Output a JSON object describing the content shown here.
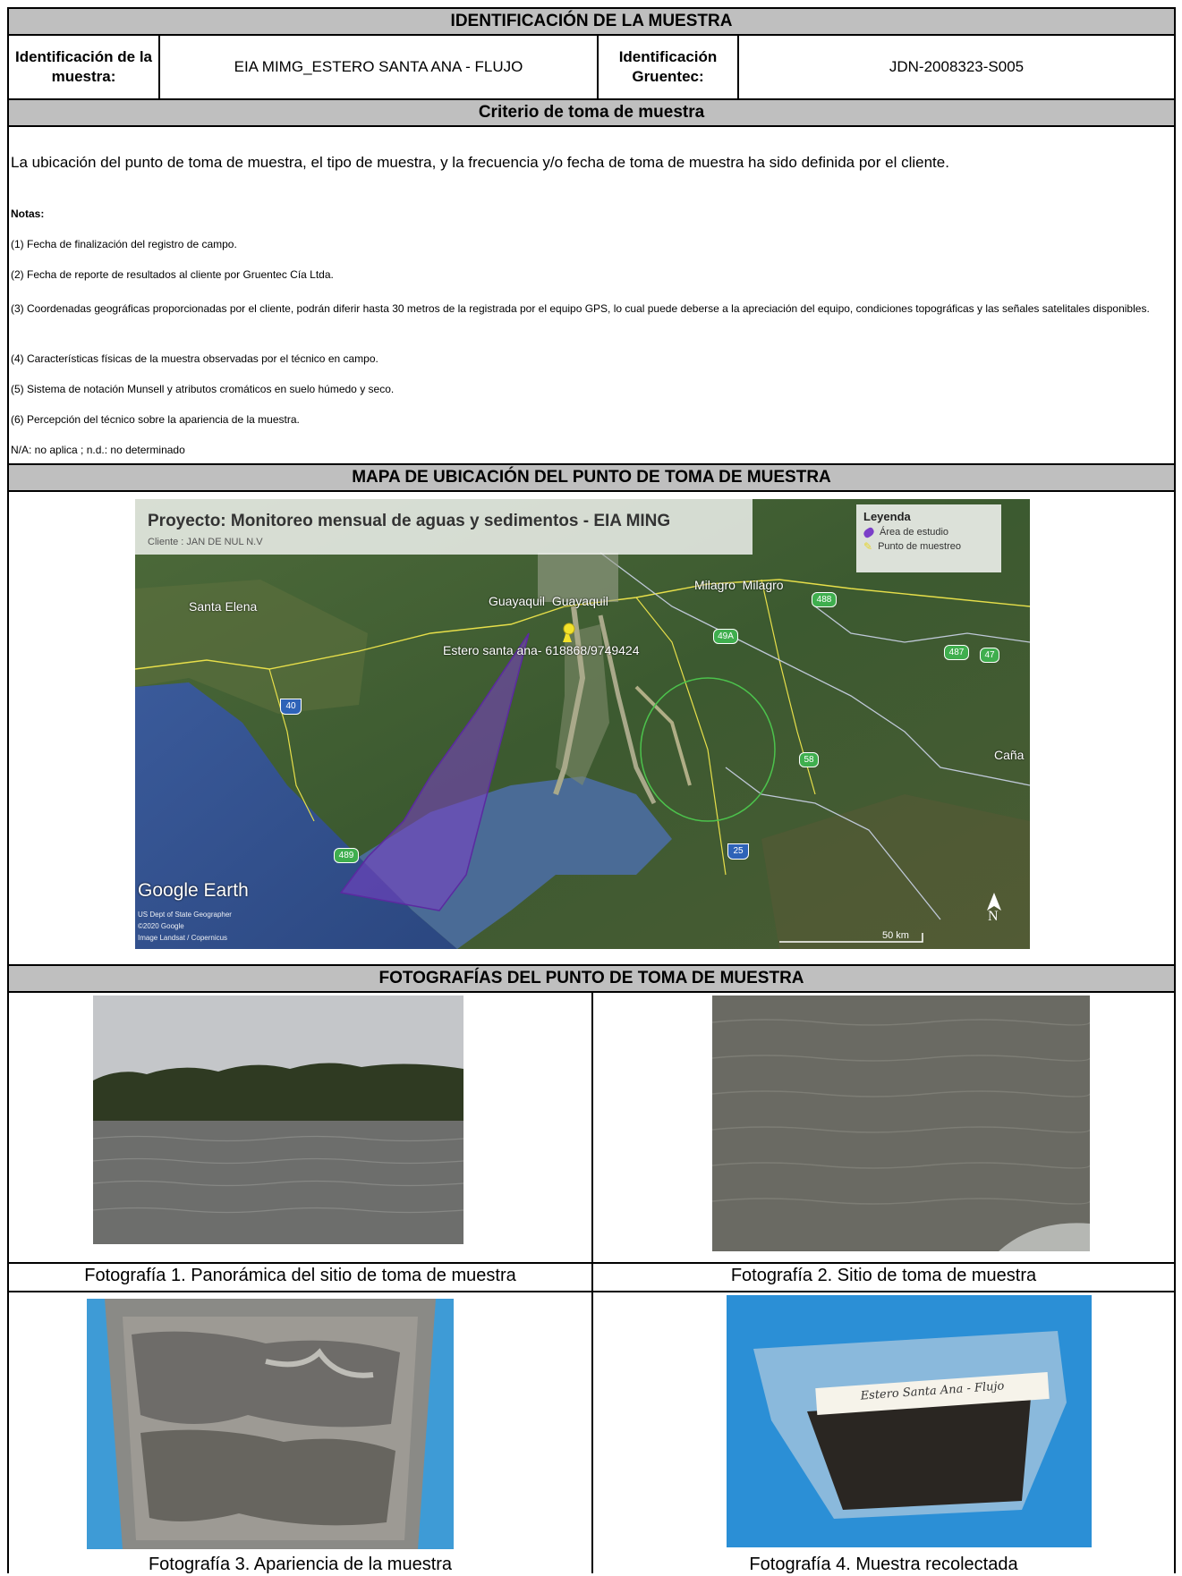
{
  "header": {
    "title": "IDENTIFICACIÓN DE LA MUESTRA"
  },
  "ident": {
    "label1": "Identificación de la muestra:",
    "value1": "EIA MIMG_ESTERO SANTA ANA - FLUJO",
    "label2": "Identificación Gruentec:",
    "value2": "JDN-2008323-S005"
  },
  "criterio": {
    "title": "Criterio de toma de muestra",
    "text": "La ubicación del punto de toma de muestra, el tipo de muestra, y la frecuencia y/o fecha de toma de muestra ha sido definida por el cliente."
  },
  "notas": {
    "title": "Notas:",
    "items": [
      "(1) Fecha de finalización del registro de campo.",
      "(2) Fecha de reporte de resultados al cliente por Gruentec Cía Ltda.",
      "(3) Coordenadas geográficas proporcionadas por el cliente, podrán diferir hasta 30 metros de la registrada por el equipo GPS, lo cual puede deberse a la apreciación del equipo, condiciones topográficas y las señales satelitales disponibles.",
      "(4) Características físicas de la muestra observadas por el técnico en campo.",
      "(5) Sistema de notación Munsell y atributos cromáticos en suelo húmedo y seco.",
      "(6) Percepción del técnico sobre la apariencia de la muestra.",
      "N/A: no aplica ; n.d.: no determinado"
    ]
  },
  "mapa": {
    "title": "MAPA DE UBICACIÓN DEL PUNTO DE TOMA DE MUESTRA",
    "project_title": "Proyecto: Monitoreo mensual de aguas y sedimentos - EIA MING",
    "client": "Cliente : JAN DE NUL N.V",
    "legend_title": "Leyenda",
    "legend_area": "Área de estudio",
    "legend_point": "Punto de muestreo",
    "places": {
      "santa_elena": "Santa Elena",
      "guayaquil": "Guayaquil  Guayaquil",
      "milagro": "Milagro  Milagro",
      "cana": "Caña",
      "point_label": "Estero santa ana- 618868/9749424"
    },
    "routes": {
      "r40": "40",
      "r49a": "49A",
      "r488": "488",
      "r487": "487",
      "r47": "47",
      "r58": "58",
      "r25": "25",
      "r489": "489"
    },
    "google_earth": "Google Earth",
    "credits": [
      "US Dept of State Geographer",
      "©2020 Google",
      "Image Landsat / Copernicus"
    ],
    "scale": "50 km",
    "north": "N",
    "colors": {
      "area": "#7b3fc8",
      "point": "#f2e22b"
    }
  },
  "fotos": {
    "title": "FOTOGRAFÍAS DEL PUNTO DE TOMA DE MUESTRA",
    "captions": [
      "Fotografía 1. Panorámica del sitio de toma de muestra",
      "Fotografía 2. Sitio de toma de muestra",
      "Fotografía 3. Apariencia de la muestra",
      "Fotografía 4. Muestra recolectada"
    ],
    "bag_label": "Estero Santa Ana - Flujo"
  }
}
